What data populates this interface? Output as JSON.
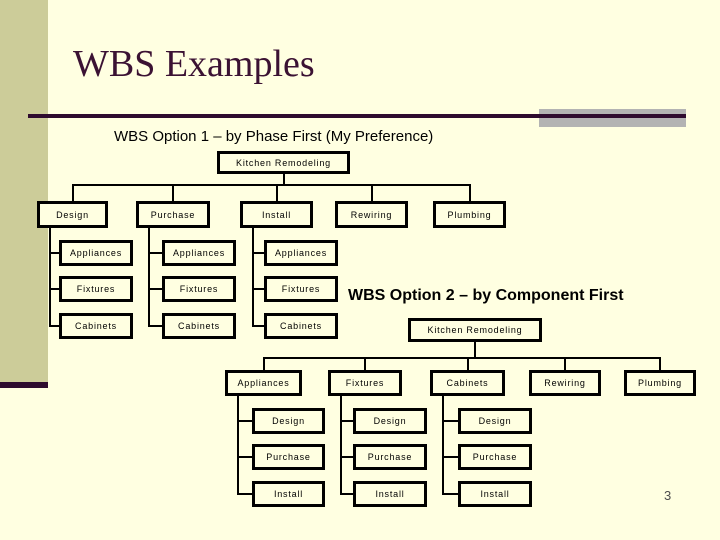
{
  "slide": {
    "title": "WBS Examples",
    "page_number": "3",
    "colors": {
      "background": "#FFFFE1",
      "sidebar": "#CCCC99",
      "accent_dark_purple": "#2E0B2E",
      "title_text": "#3B1233",
      "rule_gray": "#B3B3B3",
      "node_border": "#000000",
      "heading_text": "#000000",
      "page_number_text": "#4D4D4D"
    }
  },
  "headings": {
    "option1": "WBS Option 1 – by Phase First (My Preference)",
    "option2": "WBS Option 2 – by Component First"
  },
  "trees": [
    {
      "id": "wbs-option1",
      "root": "Kitchen Remodeling",
      "children": [
        {
          "label": "Design",
          "children": [
            "Appliances",
            "Fixtures",
            "Cabinets"
          ]
        },
        {
          "label": "Purchase",
          "children": [
            "Appliances",
            "Fixtures",
            "Cabinets"
          ]
        },
        {
          "label": "Install",
          "children": [
            "Appliances",
            "Fixtures",
            "Cabinets"
          ]
        },
        {
          "label": "Rewiring",
          "children": []
        },
        {
          "label": "Plumbing",
          "children": []
        }
      ]
    },
    {
      "id": "wbs-option2",
      "root": "Kitchen Remodeling",
      "children": [
        {
          "label": "Appliances",
          "children": [
            "Design",
            "Purchase",
            "Install"
          ]
        },
        {
          "label": "Fixtures",
          "children": [
            "Design",
            "Purchase",
            "Install"
          ]
        },
        {
          "label": "Cabinets",
          "children": [
            "Design",
            "Purchase",
            "Install"
          ]
        },
        {
          "label": "Rewiring",
          "children": []
        },
        {
          "label": "Plumbing",
          "children": []
        }
      ]
    }
  ]
}
